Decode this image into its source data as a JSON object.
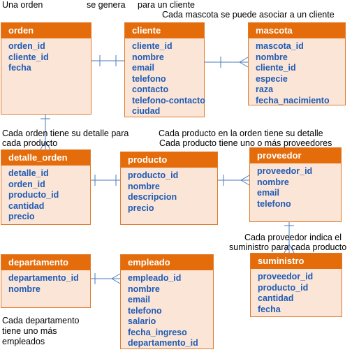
{
  "entities": {
    "orden": {
      "title": "orden",
      "fields": [
        "orden_id",
        "cliente_id",
        "fecha"
      ]
    },
    "cliente": {
      "title": "cliente",
      "fields": [
        "cliente_id",
        "nombre",
        "email",
        "telefono",
        "contacto",
        "telefono-contacto",
        "ciudad"
      ]
    },
    "mascota": {
      "title": "mascota",
      "fields": [
        "mascota_id",
        "nombre",
        "cliente_id",
        "especie",
        "raza",
        "fecha_nacimiento"
      ]
    },
    "detalle_orden": {
      "title": "detalle_orden",
      "fields": [
        "detalle_id",
        "orden_id",
        "producto_id",
        "cantidad",
        "precio"
      ]
    },
    "producto": {
      "title": "producto",
      "fields": [
        "producto_id",
        "nombre",
        "descripcion",
        "precio"
      ]
    },
    "proveedor": {
      "title": "proveedor",
      "fields": [
        "proveedor_id",
        "nombre",
        "email",
        "telefono"
      ]
    },
    "departamento": {
      "title": "departamento",
      "fields": [
        "departamento_id",
        "nombre"
      ]
    },
    "empleado": {
      "title": "empleado",
      "fields": [
        "empleado_id",
        "nombre",
        "email",
        "telefono",
        "salario",
        "fecha_ingreso",
        "departamento_id"
      ]
    },
    "suministro": {
      "title": "suministro",
      "fields": [
        "proveedor_id",
        "producto_id",
        "cantidad",
        "fecha"
      ]
    }
  },
  "notes": {
    "orden_cliente_left": "Una orden",
    "orden_cliente_mid": "se genera",
    "orden_cliente_right": "para un cliente",
    "cliente_mascota": "Cada mascota se puede asociar a un cliente",
    "orden_detalle_1": "Cada  orden tiene su detalle para",
    "orden_detalle_2": "cada producto",
    "producto_1": "Cada producto en la orden tiene su detalle",
    "producto_2": "Cada producto tiene uno o más proveedores",
    "proveedor_1": "Cada proveedor indica el",
    "proveedor_2": "suministro para cada producto",
    "departamento_1": "Cada departamento",
    "departamento_2": "tiene  uno  más",
    "departamento_3": "empleados"
  },
  "colors": {
    "header": "#e46c0a",
    "body": "#fbe5d6",
    "field_text": "#1f5bb5",
    "line": "#4a7bbf"
  }
}
